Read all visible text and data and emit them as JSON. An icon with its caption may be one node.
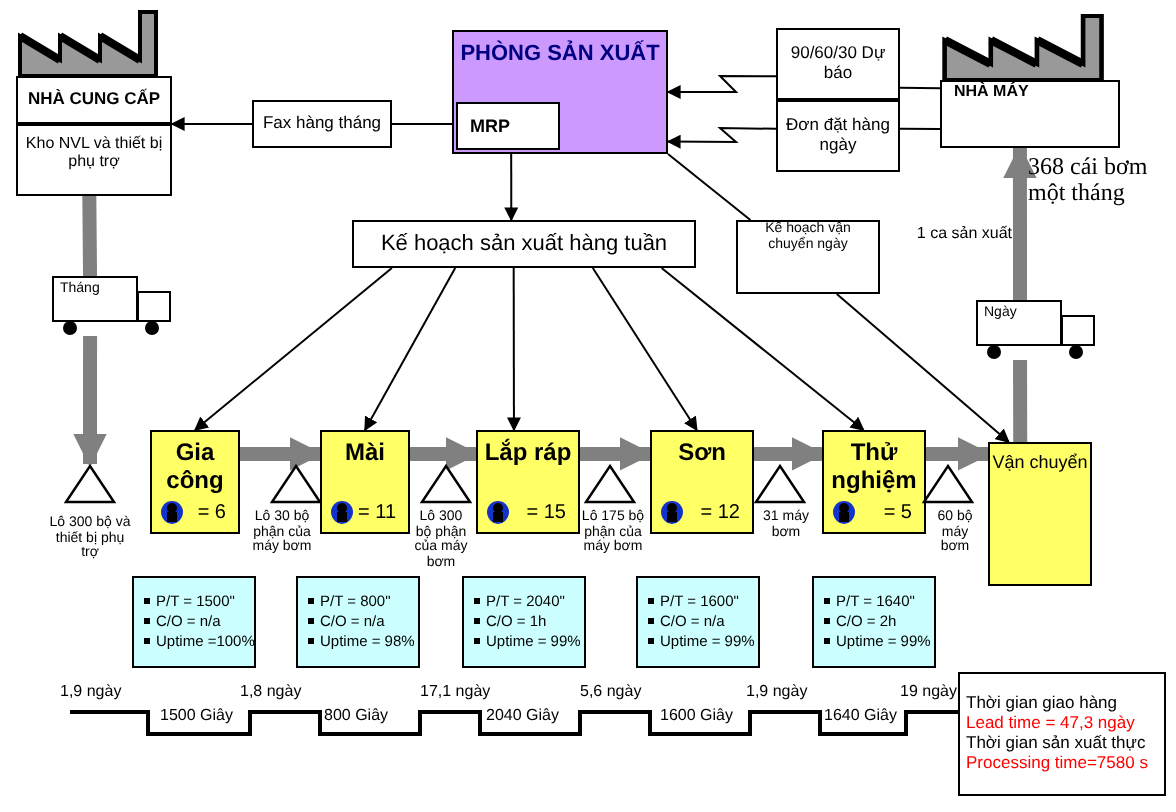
{
  "diagram": {
    "nodes": [
      {
        "text": [
          "NHÀ CUNG CẤP",
          "Kho NVL và thiết bị phụ trợ"
        ]
      },
      {
        "text": [
          "PHÒNG SẢN XUẤT"
        ]
      },
      {
        "text": [
          "MRP"
        ],
        "in": 1
      },
      {
        "text": [
          "90/60/30 Dự báo"
        ]
      },
      {
        "text": [
          "Đơn đặt hàng ngày"
        ]
      },
      {
        "text": [
          "NHÀ MÁY"
        ],
        "beside": [
          "368 cái bơm một tháng"
        ]
      },
      {
        "text": [
          "Kế hoạch sản xuất hàng tuần"
        ]
      },
      {
        "text": [
          "Kế hoạch vận chuyển ngày"
        ]
      },
      {
        "text": [
          "Tháng"
        ]
      },
      {
        "text": [],
        "shape": "triangle",
        "beside": [
          "Lô 300 bộ và thiết bị phụ trợ"
        ]
      },
      {
        "text": [
          "Gia công",
          "= 6"
        ]
      },
      {
        "text": [
          "P/T = 1500\"",
          "C/O = n/a",
          "Uptime =100%"
        ]
      },
      {
        "text": [],
        "shape": "triangle",
        "beside": [
          "Lô 30 bộ phận của máy bơm"
        ]
      },
      {
        "text": [
          "Mài",
          "= 11"
        ]
      },
      {
        "text": [
          "P/T = 800\"",
          "C/O = n/a",
          "Uptime = 98%"
        ]
      },
      {
        "text": [],
        "shape": "triangle",
        "beside": [
          "Lô 300 bộ phận của máy bơm"
        ]
      },
      {
        "text": [
          "Lắp ráp",
          "= 15"
        ]
      },
      {
        "text": [
          "P/T = 2040\"",
          "C/O = 1h",
          "Uptime = 99%"
        ]
      },
      {
        "text": [],
        "shape": "triangle",
        "beside": [
          "Lô 175 bộ phận của máy bơm"
        ]
      },
      {
        "text": [
          "Sơn",
          "= 12"
        ]
      },
      {
        "text": [
          "P/T = 1600\"",
          "C/O = n/a",
          "Uptime = 99%"
        ]
      },
      {
        "text": [],
        "shape": "triangle",
        "beside": [
          "31 máy bơm"
        ]
      },
      {
        "text": [
          "Thử nghiệm",
          "= 5"
        ]
      },
      {
        "text": [
          "P/T = 1640\"",
          "C/O = 2h",
          "Uptime = 99%"
        ]
      },
      {
        "text": [],
        "shape": "triangle",
        "beside": [
          "60 bộ máy bơm"
        ]
      },
      {
        "text": [
          "Vận chuyển"
        ]
      },
      {
        "text": [
          "Ngày"
        ]
      },
      {
        "text": [
          "Thời gian giao hàng",
          "Lead time = 47,3 ngày",
          "Thời gian sản xuất thực",
          "Processing time=7580 s"
        ]
      }
    ],
    "edges": [
      {
        "from": 2,
        "to": 0,
        "arrow": "to",
        "label": "Fax hàng tháng",
        "color": "#000000"
      },
      {
        "from": 3,
        "to": 1,
        "arrow": "to",
        "color": "#000000"
      },
      {
        "from": 4,
        "to": 1,
        "arrow": "to",
        "color": "#000000"
      },
      {
        "from": 3,
        "to": 5,
        "arrow": "none",
        "color": "#000000"
      },
      {
        "from": 4,
        "to": 5,
        "arrow": "none",
        "color": "#000000"
      },
      {
        "from": 2,
        "to": 6,
        "arrow": "to",
        "color": "#000000"
      },
      {
        "from": 6,
        "to": 10,
        "arrow": "to",
        "color": "#000000"
      },
      {
        "from": 6,
        "to": 13,
        "arrow": "to",
        "color": "#000000"
      },
      {
        "from": 6,
        "to": 16,
        "arrow": "to",
        "color": "#000000"
      },
      {
        "from": 6,
        "to": 19,
        "arrow": "to",
        "color": "#000000"
      },
      {
        "from": 6,
        "to": 22,
        "arrow": "to",
        "color": "#000000"
      },
      {
        "from": 1,
        "to": 7,
        "arrow": "none",
        "color": "#000000"
      },
      {
        "from": 7,
        "to": 25,
        "arrow": "to",
        "color": "#000000"
      },
      {
        "from": 0,
        "to": 8,
        "arrow": "none",
        "style": "thick",
        "color": "#808080"
      },
      {
        "from": 8,
        "to": 9,
        "arrow": "to",
        "style": "thick",
        "color": "#808080"
      },
      {
        "from": 10,
        "to": 13,
        "arrow": "to",
        "style": "thick",
        "color": "#808080"
      },
      {
        "from": 13,
        "to": 16,
        "arrow": "to",
        "style": "thick",
        "color": "#808080"
      },
      {
        "from": 16,
        "to": 19,
        "arrow": "to",
        "style": "thick",
        "color": "#808080"
      },
      {
        "from": 19,
        "to": 22,
        "arrow": "to",
        "style": "thick",
        "color": "#808080"
      },
      {
        "from": 22,
        "to": 25,
        "arrow": "to",
        "style": "thick",
        "color": "#808080"
      },
      {
        "from": 25,
        "to": 26,
        "arrow": "none",
        "style": "thick",
        "color": "#808080"
      },
      {
        "from": 26,
        "to": 5,
        "arrow": "to",
        "style": "thick",
        "color": "#808080"
      }
    ],
    "labels": [
      "1 ca sản xuất",
      "1,9 ngày",
      "1500 Giây",
      "1,8 ngày",
      "800 Giây",
      "17,1 ngày",
      "2040 Giây",
      "5,6 ngày",
      "1600 Giây",
      "1,9 ngày",
      "1640 Giây",
      "19 ngày"
    ]
  }
}
